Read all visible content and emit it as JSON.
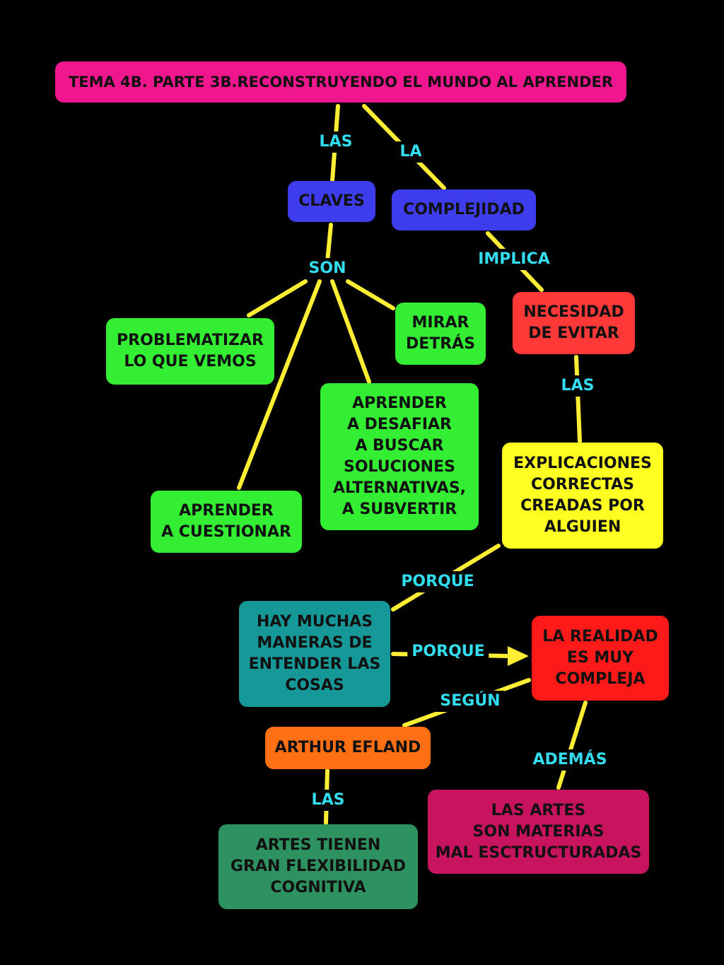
{
  "colors": {
    "background": "#000000",
    "connector": "#ffee33",
    "link_label": "#33ddf0"
  },
  "nodes": {
    "title": "TEMA 4B. PARTE 3B.RECONSTRUYENDO EL MUNDO AL APRENDER",
    "claves": "CLAVES",
    "complejidad": "COMPLEJIDAD",
    "problematizar": "PROBLEMATIZAR\nLO QUE VEMOS",
    "mirar": "MIRAR\nDETRÁS",
    "desafiar": "APRENDER\nA DESAFIAR\nA BUSCAR\nSOLUCIONES\nALTERNATIVAS,\nA SUBVERTIR",
    "cuestionar": "APRENDER\nA CUESTIONAR",
    "necesidad": "NECESIDAD\nDE EVITAR",
    "explicaciones": "EXPLICACIONES\nCORRECTAS\nCREADAS POR\nALGUIEN",
    "maneras": "HAY MUCHAS\nMANERAS DE\nENTENDER LAS\nCOSAS",
    "realidad": "LA REALIDAD\nES MUY\nCOMPLEJA",
    "efland": "ARTHUR EFLAND",
    "flexibilidad": "ARTES TIENEN\nGRAN FLEXIBILIDAD\nCOGNITIVA",
    "artes": "LAS ARTES\nSON MATERIAS\nMAL ESCTRUCTURADAS"
  },
  "links": {
    "title_claves": "LAS",
    "title_complejidad": "LA",
    "claves_son": "SON",
    "complejidad_implica": "IMPLICA",
    "necesidad_las": "LAS",
    "explicaciones_porque": "PORQUE",
    "maneras_porque": "PORQUE",
    "realidad_segun": "SEGÚN",
    "realidad_ademas": "ADEMÁS",
    "efland_las": "LAS"
  }
}
